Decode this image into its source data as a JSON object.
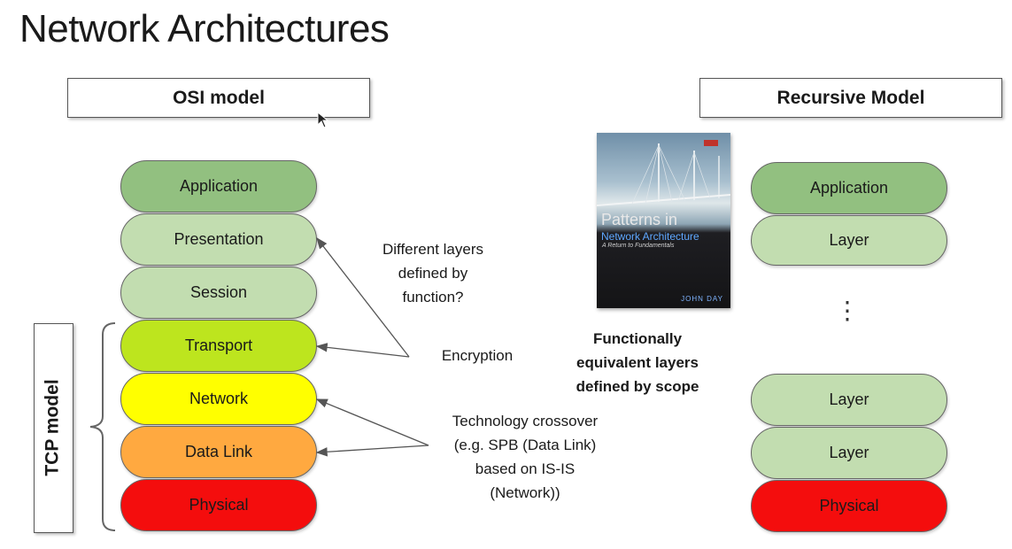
{
  "title": "Network Architectures",
  "osi": {
    "header": "OSI model",
    "layers": [
      "Application",
      "Presentation",
      "Session",
      "Transport",
      "Network",
      "Data Link",
      "Physical"
    ],
    "colors": [
      "#92c080",
      "#c2ddb0",
      "#c2ddb0",
      "#bde51e",
      "#ffff00",
      "#ffa940",
      "#f40d0d"
    ]
  },
  "tcp": {
    "label": "TCP model"
  },
  "notes": {
    "layers_question": [
      "Different layers",
      "defined by",
      "function?"
    ],
    "encryption": "Encryption",
    "crossover": [
      "Technology crossover",
      "(e.g. SPB (Data Link)",
      "based on IS-IS",
      "(Network))"
    ],
    "functional": [
      "Functionally",
      "equivalent layers",
      "defined by scope"
    ]
  },
  "book": {
    "title": "Patterns in",
    "subtitle": "Network Architecture",
    "tagline": "A Return to Fundamentals",
    "author": "JOHN DAY"
  },
  "recursive": {
    "header": "Recursive Model",
    "layers": [
      "Application",
      "Layer",
      "Layer",
      "Layer",
      "Physical"
    ],
    "colors": [
      "#92c080",
      "#c2ddb0",
      "#c2ddb0",
      "#c2ddb0",
      "#f40d0d"
    ],
    "ellipsis": "⋮"
  }
}
